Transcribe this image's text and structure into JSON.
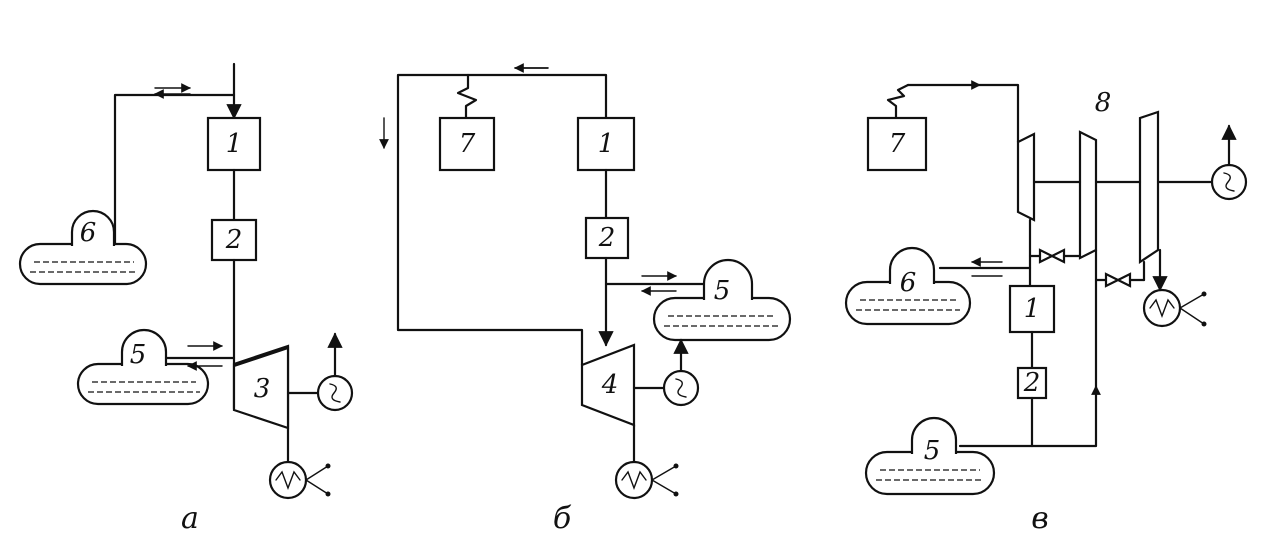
{
  "labels": {
    "a_reactor": "1",
    "a_steam_generator": "2",
    "a_turbine": "3",
    "a_tank_5": "5",
    "a_tank_6": "6",
    "b_tank_7": "7",
    "b_reactor": "1",
    "b_steam_generator": "2",
    "b_tank_5": "5",
    "b_turbine": "4",
    "c_tank_7": "7",
    "c_number_8": "8",
    "c_tank_6": "6",
    "c_reactor": "1",
    "c_steam_generator": "2",
    "c_tank_5": "5"
  },
  "captions": {
    "a": "а",
    "b": "б",
    "c": "в"
  }
}
